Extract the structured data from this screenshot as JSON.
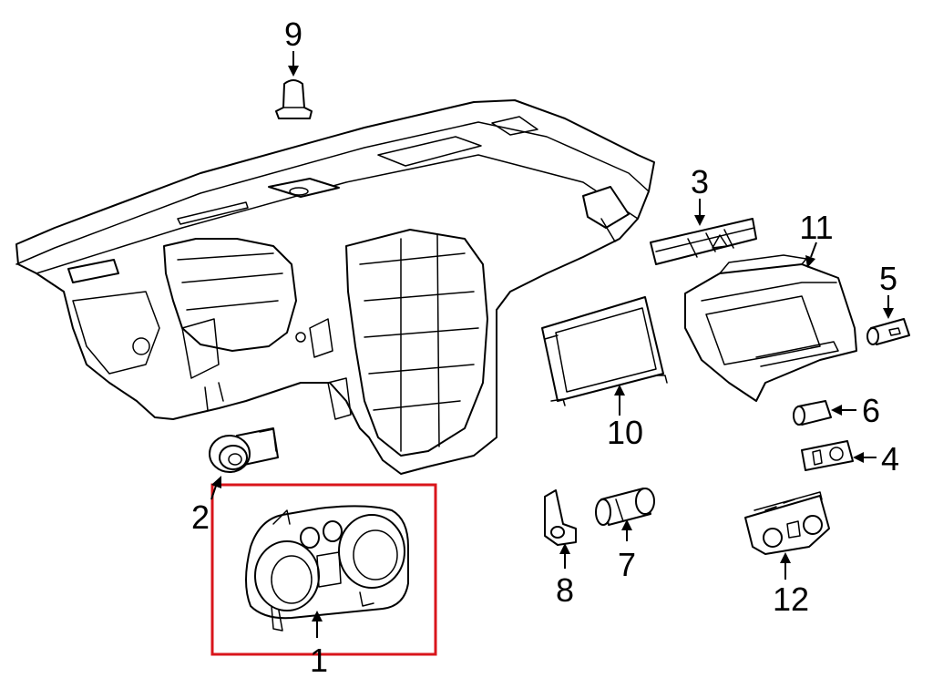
{
  "callouts": [
    {
      "id": "1",
      "label": "1",
      "part": "instrument-cluster"
    },
    {
      "id": "2",
      "label": "2",
      "part": "headlamp-switch"
    },
    {
      "id": "3",
      "label": "3",
      "part": "hazard-switch-panel"
    },
    {
      "id": "4",
      "label": "4",
      "part": "small-switch"
    },
    {
      "id": "5",
      "label": "5",
      "part": "push-button-switch"
    },
    {
      "id": "6",
      "label": "6",
      "part": "ignition-switch"
    },
    {
      "id": "7",
      "label": "7",
      "part": "lock-cylinder"
    },
    {
      "id": "8",
      "label": "8",
      "part": "bracket"
    },
    {
      "id": "9",
      "label": "9",
      "part": "sensor"
    },
    {
      "id": "10",
      "label": "10",
      "part": "display-screen"
    },
    {
      "id": "11",
      "label": "11",
      "part": "radio-control-bezel"
    },
    {
      "id": "12",
      "label": "12",
      "part": "climate-control"
    }
  ],
  "highlight": {
    "target": "1",
    "color": "#d9151b"
  },
  "colors": {
    "line": "#000000",
    "background": "#ffffff"
  }
}
